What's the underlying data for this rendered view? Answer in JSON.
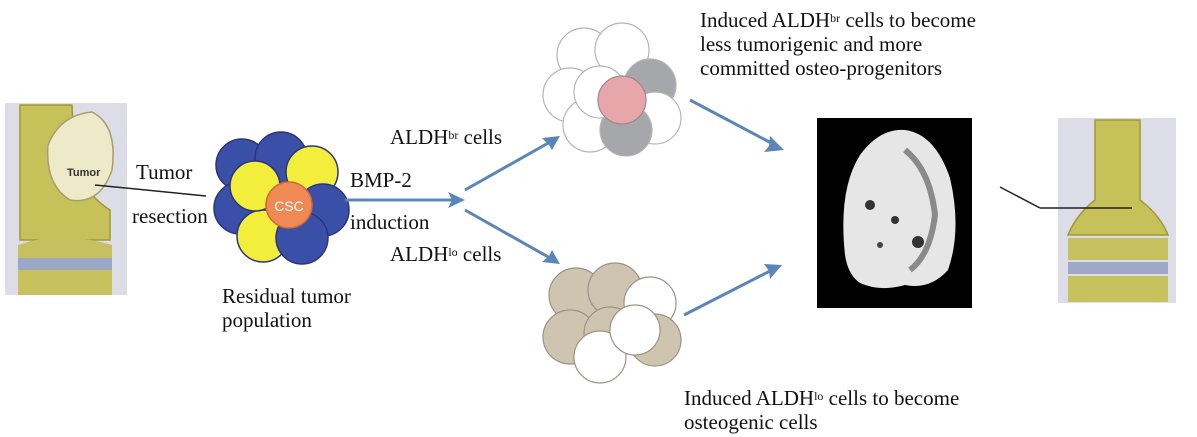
{
  "labels": {
    "tumor_on_bone": "Tumor",
    "tumor": "Tumor",
    "resection": "resection",
    "csc": "CSC",
    "residual": "Residual tumor population",
    "bmp": "BMP-2",
    "induction": "induction",
    "aldh_br_prefix": "ALDH",
    "aldh_br_sup": "br",
    "aldh_br_suffix": " cells",
    "aldh_lo_prefix": "ALDH",
    "aldh_lo_sup": "lo",
    "aldh_lo_suffix": " cells",
    "top_note_1": "Induced ALDH",
    "top_note_sup": "br",
    "top_note_2": " cells to become",
    "top_note_3": "less tumorigenic and more",
    "top_note_4": "committed osteo-progenitors",
    "bottom_note_1": "Induced ALDH",
    "bottom_note_sup": "lo",
    "bottom_note_2": " cells to become",
    "bottom_note_3": "osteogenic cells"
  },
  "colors": {
    "arrow": "#5b86b8",
    "stem_blue": "#3a4fa8",
    "stem_yellow": "#f3ee3c",
    "csc": "#f08a55",
    "bone_yellow": "#c9c25a",
    "pink": "#e7a6aa",
    "gray": "#a6a7ab",
    "tan": "#cfc4b0"
  }
}
